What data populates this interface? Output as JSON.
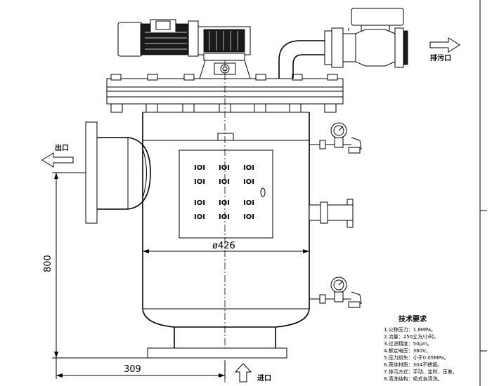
{
  "labels": {
    "outlet": "出口",
    "inlet": "进口",
    "drain": "排污口"
  },
  "dimensions": {
    "diameter": "ø426",
    "height": "800",
    "offset": "309"
  },
  "requirements": {
    "title": "技术要求",
    "items": [
      "1.公称压力：1.6MPa。",
      "2.流量：250立方/小时。",
      "3.过滤精度：50μm。",
      "4.额定电压：380V。",
      "5.压力损失：小于0.05MPa。",
      "6.壳体材质：304不锈钢。",
      "7.排污方式：手动、定时、压差。",
      "8.清洗结构：吸式自清洗。"
    ]
  },
  "icons": [
    "motor-icon",
    "gearbox-icon",
    "pressure-gauge-icon",
    "arrow-icon"
  ]
}
